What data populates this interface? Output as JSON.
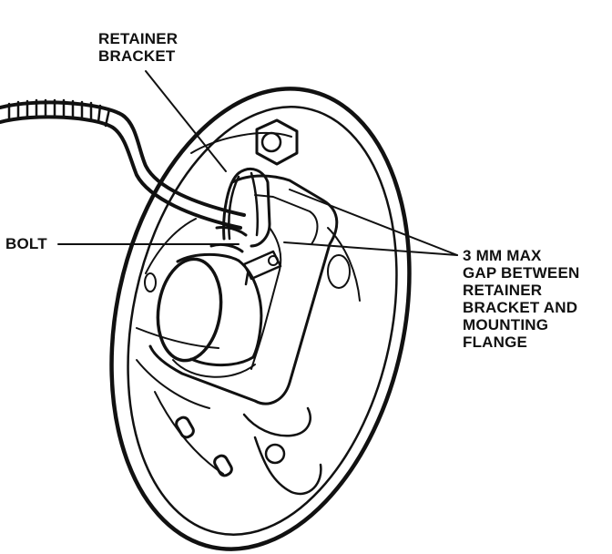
{
  "diagram": {
    "labels": {
      "retainer_bracket": [
        "RETAINER",
        "BRACKET"
      ],
      "bolt": "BOLT",
      "gap_note": [
        "3 MM MAX",
        "GAP BETWEEN",
        "RETAINER",
        "BRACKET AND",
        "MOUNTING",
        "FLANGE"
      ]
    }
  }
}
